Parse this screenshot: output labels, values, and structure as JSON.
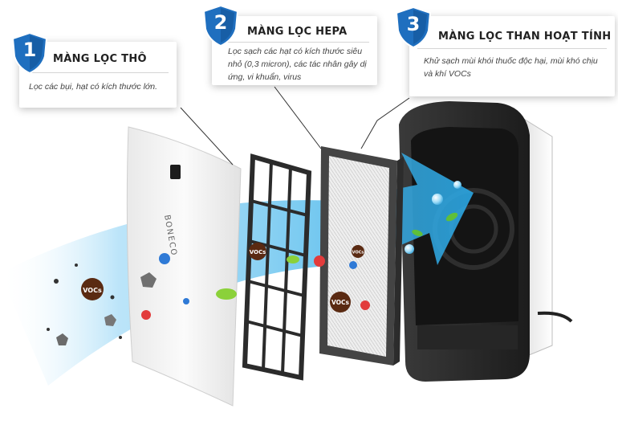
{
  "filters": [
    {
      "number": "1",
      "title": "MÀNG LỌC THÔ",
      "description_lines": [
        "Lọc các bụi, hạt có kích thước lớn."
      ]
    },
    {
      "number": "2",
      "title": "MÀNG LỌC HEPA",
      "description_lines": [
        "Lọc sạch các hạt có kích thước siêu",
        "nhỏ (0,3 micron), các tác nhân gây dị",
        "ứng, vi khuẩn, virus"
      ]
    },
    {
      "number": "3",
      "title": "MÀNG LỌC THAN HOẠT TÍNH",
      "description_lines": [
        "Khử sạch mùi khói thuốc độc hại, mùi khó chịu",
        "và khí VOCs"
      ]
    }
  ],
  "product": {
    "brand_text": "BONECO",
    "voc_label": "VOCs"
  },
  "colors": {
    "badge_blue": "#1f6fbf",
    "air_flow_blue": "#38b6ef",
    "front_panel": "#f5f5f5",
    "coarse_filter_frame": "#2b2b2b",
    "hepa_frame": "#4a4a4a",
    "unit_body": "#2a2a2a",
    "voc_brown": "#5a2a12"
  }
}
